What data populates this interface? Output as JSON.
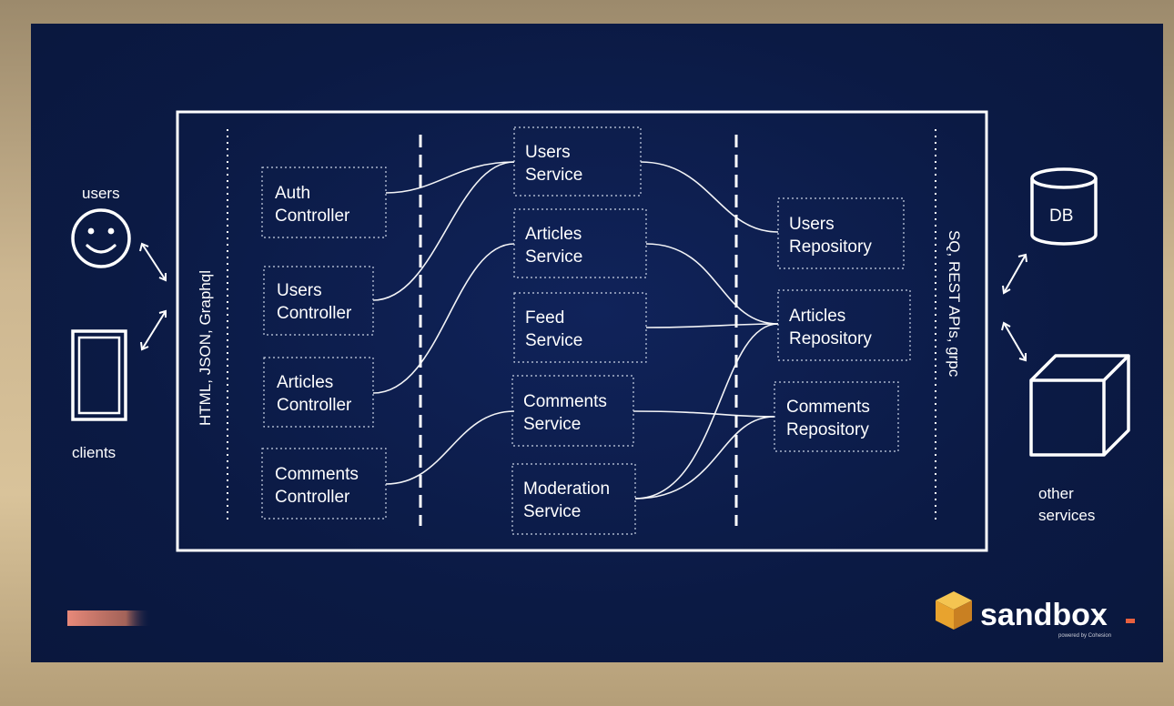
{
  "clients_side": {
    "users_label": "users",
    "clients_label": "clients"
  },
  "layers": {
    "transport_label": "HTML, JSON, Graphql",
    "data_label": "SQ, REST APIs, grpc"
  },
  "controllers": [
    [
      "Auth",
      "Controller"
    ],
    [
      "Users",
      "Controller"
    ],
    [
      "Articles",
      "Controller"
    ],
    [
      "Comments",
      "Controller"
    ]
  ],
  "services": [
    [
      "Users",
      "Service"
    ],
    [
      "Articles",
      "Service"
    ],
    [
      "Feed",
      "Service"
    ],
    [
      "Comments",
      "Service"
    ],
    [
      "Moderation",
      "Service"
    ]
  ],
  "repositories": [
    [
      "Users",
      "Repository"
    ],
    [
      "Articles",
      "Repository"
    ],
    [
      "Comments",
      "Repository"
    ]
  ],
  "external": {
    "db_label": "DB",
    "other_label_line1": "other",
    "other_label_line2": "services"
  },
  "brand": {
    "name": "sandbox",
    "tagline": "powered by Cohesion",
    "accent_color": "#e8b23a",
    "bar_color": "#e07a6a"
  },
  "colors": {
    "background": "#0c1c48",
    "foreground": "#ffffff"
  }
}
